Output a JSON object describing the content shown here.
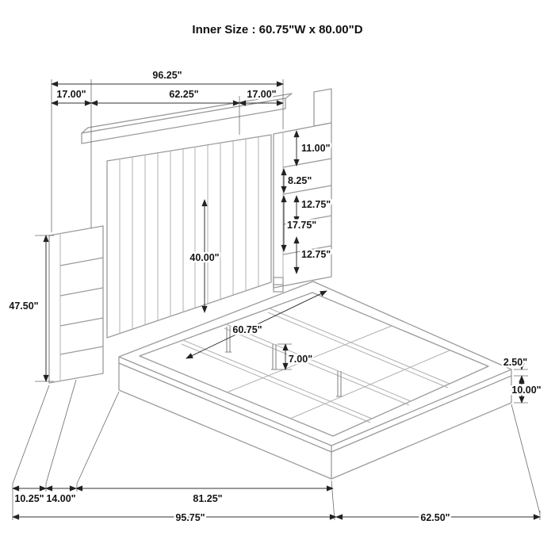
{
  "title": "Inner Size : 60.75\"W x 80.00\"D",
  "dimensions": {
    "overall_width": "96.25\"",
    "left_pier_width": "17.00\"",
    "headboard_width": "62.25\"",
    "right_pier_width": "17.00\"",
    "top_shelf_height": "11.00\"",
    "shelf_gap_top": "8.25\"",
    "shelf_gap_upper": "12.75\"",
    "shelf_gap_middle": "17.75\"",
    "shelf_gap_lower": "12.75\"",
    "headboard_height": "40.00\"",
    "overall_height": "47.50\"",
    "inner_width": "60.75\"",
    "leg_height": "7.00\"",
    "deck_lip": "2.50\"",
    "rail_height": "10.00\"",
    "pier_front_offset": "10.25\"",
    "pier_depth": "14.00\"",
    "platform_length": "81.25\"",
    "overall_depth": "95.75\"",
    "footprint_width": "62.50\""
  }
}
